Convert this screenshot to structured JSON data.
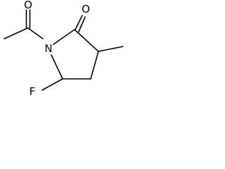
{
  "structure": {
    "atoms": {
      "carbonyl_oxygen_acetyl": "O",
      "carbonyl_oxygen_ring": "O",
      "ring_nitrogen": "N",
      "fluorine": "F"
    }
  }
}
